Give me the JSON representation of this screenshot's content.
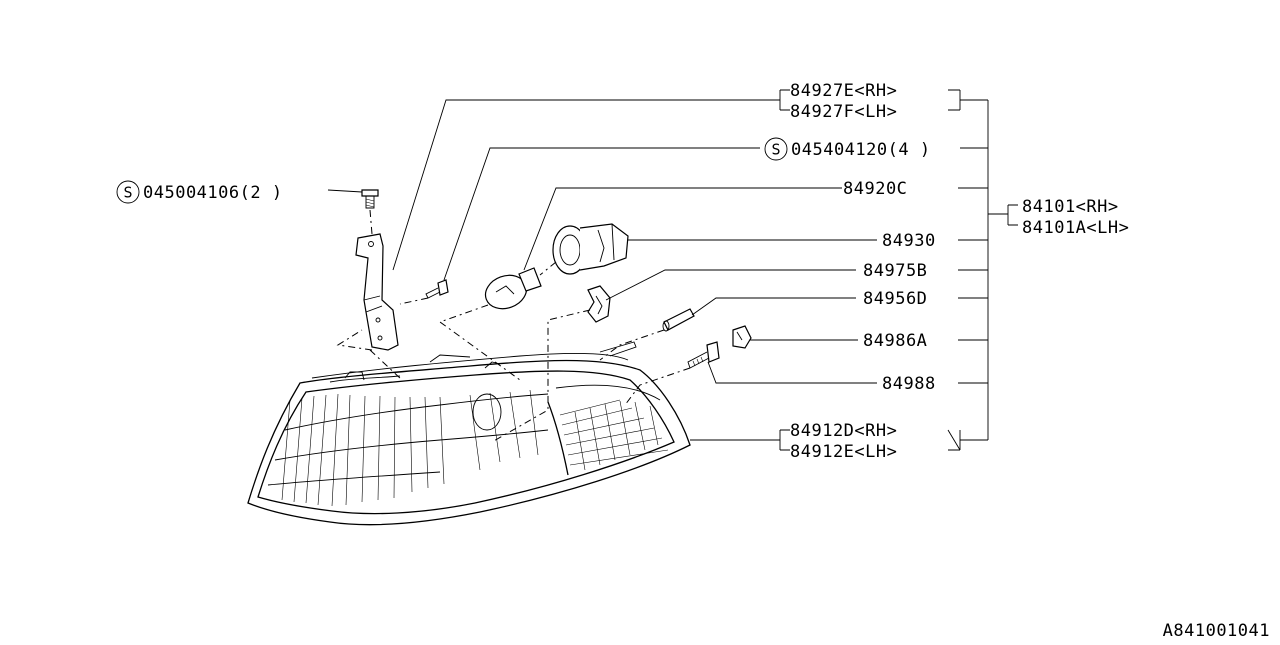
{
  "callouts": {
    "p84927_rh": "84927E<RH>",
    "p84927_lh": "84927F<LH>",
    "s045404120": "045404120(4 )",
    "p84920c": "84920C",
    "p84930": "84930",
    "p84975b": "84975B",
    "p84956d": "84956D",
    "p84986a": "84986A",
    "p84988": "84988",
    "p84912_rh": "84912D<RH>",
    "p84912_lh": "84912E<LH>",
    "s045004106": "045004106(2 )",
    "assy_rh": "84101<RH>",
    "assy_lh": "84101A<LH>"
  },
  "std_marker": "S",
  "diagram_code": "A841001041"
}
